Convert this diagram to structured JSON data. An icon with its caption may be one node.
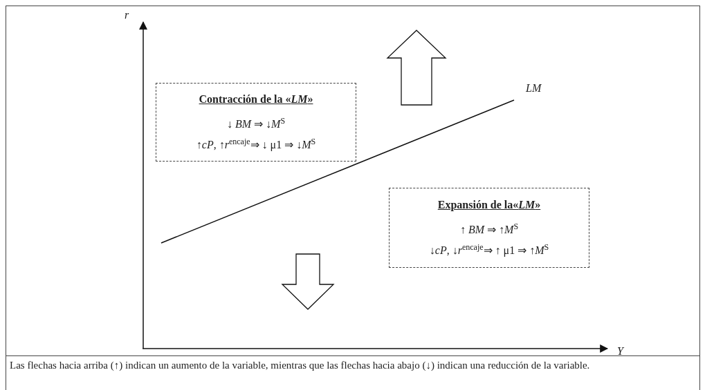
{
  "diagram": {
    "caption": "Las flechas hacia arriba (↑) indican un aumento de la variable, mientras que las flechas hacia abajo (↓) indican una reducción de la variable.",
    "nodes": [
      {
        "text": [
          "Contracción de la «*LM*»",
          "↓ *BM* ⇒ ↓*M*$^{S}$",
          "↑*cP*, ↑*r*$^{encaje}$⇒ ↓ μ1 ⇒ ↓*M*$^{S}$"
        ]
      },
      {
        "text": [
          "Expansión de la«*LM*»",
          "↑ *BM* ⇒ ↑*M*$^{S}$",
          "↓*cP*, ↓*r*$^{encaje}$⇒ ↑ μ1 ⇒ ↑*M*$^{S}$"
        ]
      }
    ],
    "edges": [],
    "labels": [
      "r",
      "LM",
      "Y"
    ]
  }
}
